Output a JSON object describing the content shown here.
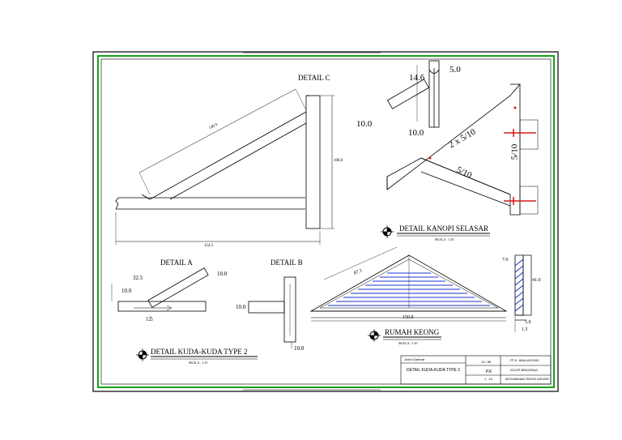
{
  "titles": {
    "detail_c": "DETAIL C",
    "detail_a": "DETAIL A",
    "detail_b": "DETAIL B",
    "detail_kanopi": "DETAIL KANOPI SELASAR",
    "detail_kuda": "DETAIL KUDA-KUDA TYPE 2",
    "rumah_keong": "RUMAH KEONG"
  },
  "scales": {
    "kanopi": "SKALA : 1:10",
    "kuda": "SKALA : 1:10",
    "keong": "SKALA : 1:10"
  },
  "dimensions": {
    "c_diag": "140.9",
    "c_vert": "108.0",
    "c_horiz": "154.5",
    "k_14_6": "14.6",
    "k_5_0": "5.0",
    "k_10_left": "10.0",
    "k_10_mid": "10.0",
    "k_2x510": "2 x 5/10",
    "k_510_diag": "5/10",
    "k_510_vert": "5/10",
    "a_32_5": "32.5",
    "a_10_left": "10.0",
    "a_10_top": "10.0",
    "a_1_5": "1.5",
    "b_10_left": "10.0",
    "b_10_bot": "10.0",
    "rk_87_1": "87.1",
    "rk_150_8": "150.8",
    "s_7_0": "7.0",
    "s_41_0": "41.0",
    "s_5_0": "5.0",
    "s_1_5": "1.5"
  },
  "title_block": {
    "judul_gambar_label": "Judul Gambar",
    "judul_gambar": "DETAIL KUDA-KUDA TYPE 2",
    "lembar_no": "13 / 85",
    "kode_gambar": "P.K",
    "skala": "1 : 10",
    "pemilik": "PT.K. ANALAGONG",
    "konsultan": "ISCOP BRAGRAVI",
    "digambar": "MOHAMMAD RIDHO AZHARI"
  },
  "colors": {
    "border_green": "#16a016",
    "hatch_blue": "#1a33cc",
    "accent_red": "#d81a1a"
  }
}
